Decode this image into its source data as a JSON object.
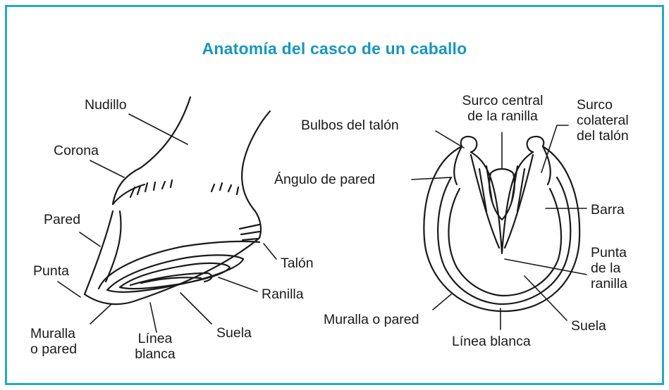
{
  "title": "Anatomía del casco de un caballo",
  "side_view": {
    "nudillo": "Nudillo",
    "corona": "Corona",
    "pared": "Pared",
    "punta": "Punta",
    "muralla_o_pared": [
      "Muralla",
      "o pared"
    ],
    "linea_blanca": [
      "Línea",
      "blanca"
    ],
    "suela": "Suela",
    "ranilla": "Ranilla",
    "talon": "Talón"
  },
  "sole_view": {
    "surco_central": [
      "Surco central",
      "de la ranilla"
    ],
    "surco_colateral": [
      "Surco",
      "colateral",
      "del talón"
    ],
    "bulbos": "Bulbos del talón",
    "angulo": "Ángulo de pared",
    "barra": "Barra",
    "punta_ranilla": [
      "Punta",
      "de la",
      "ranilla"
    ],
    "muralla_o_pared": "Muralla o pared",
    "suela": "Suela",
    "linea_blanca": "Línea blanca"
  },
  "colors": {
    "title": "#1796c0",
    "frame": "#28a7c7",
    "ink": "#1a1a1a"
  }
}
